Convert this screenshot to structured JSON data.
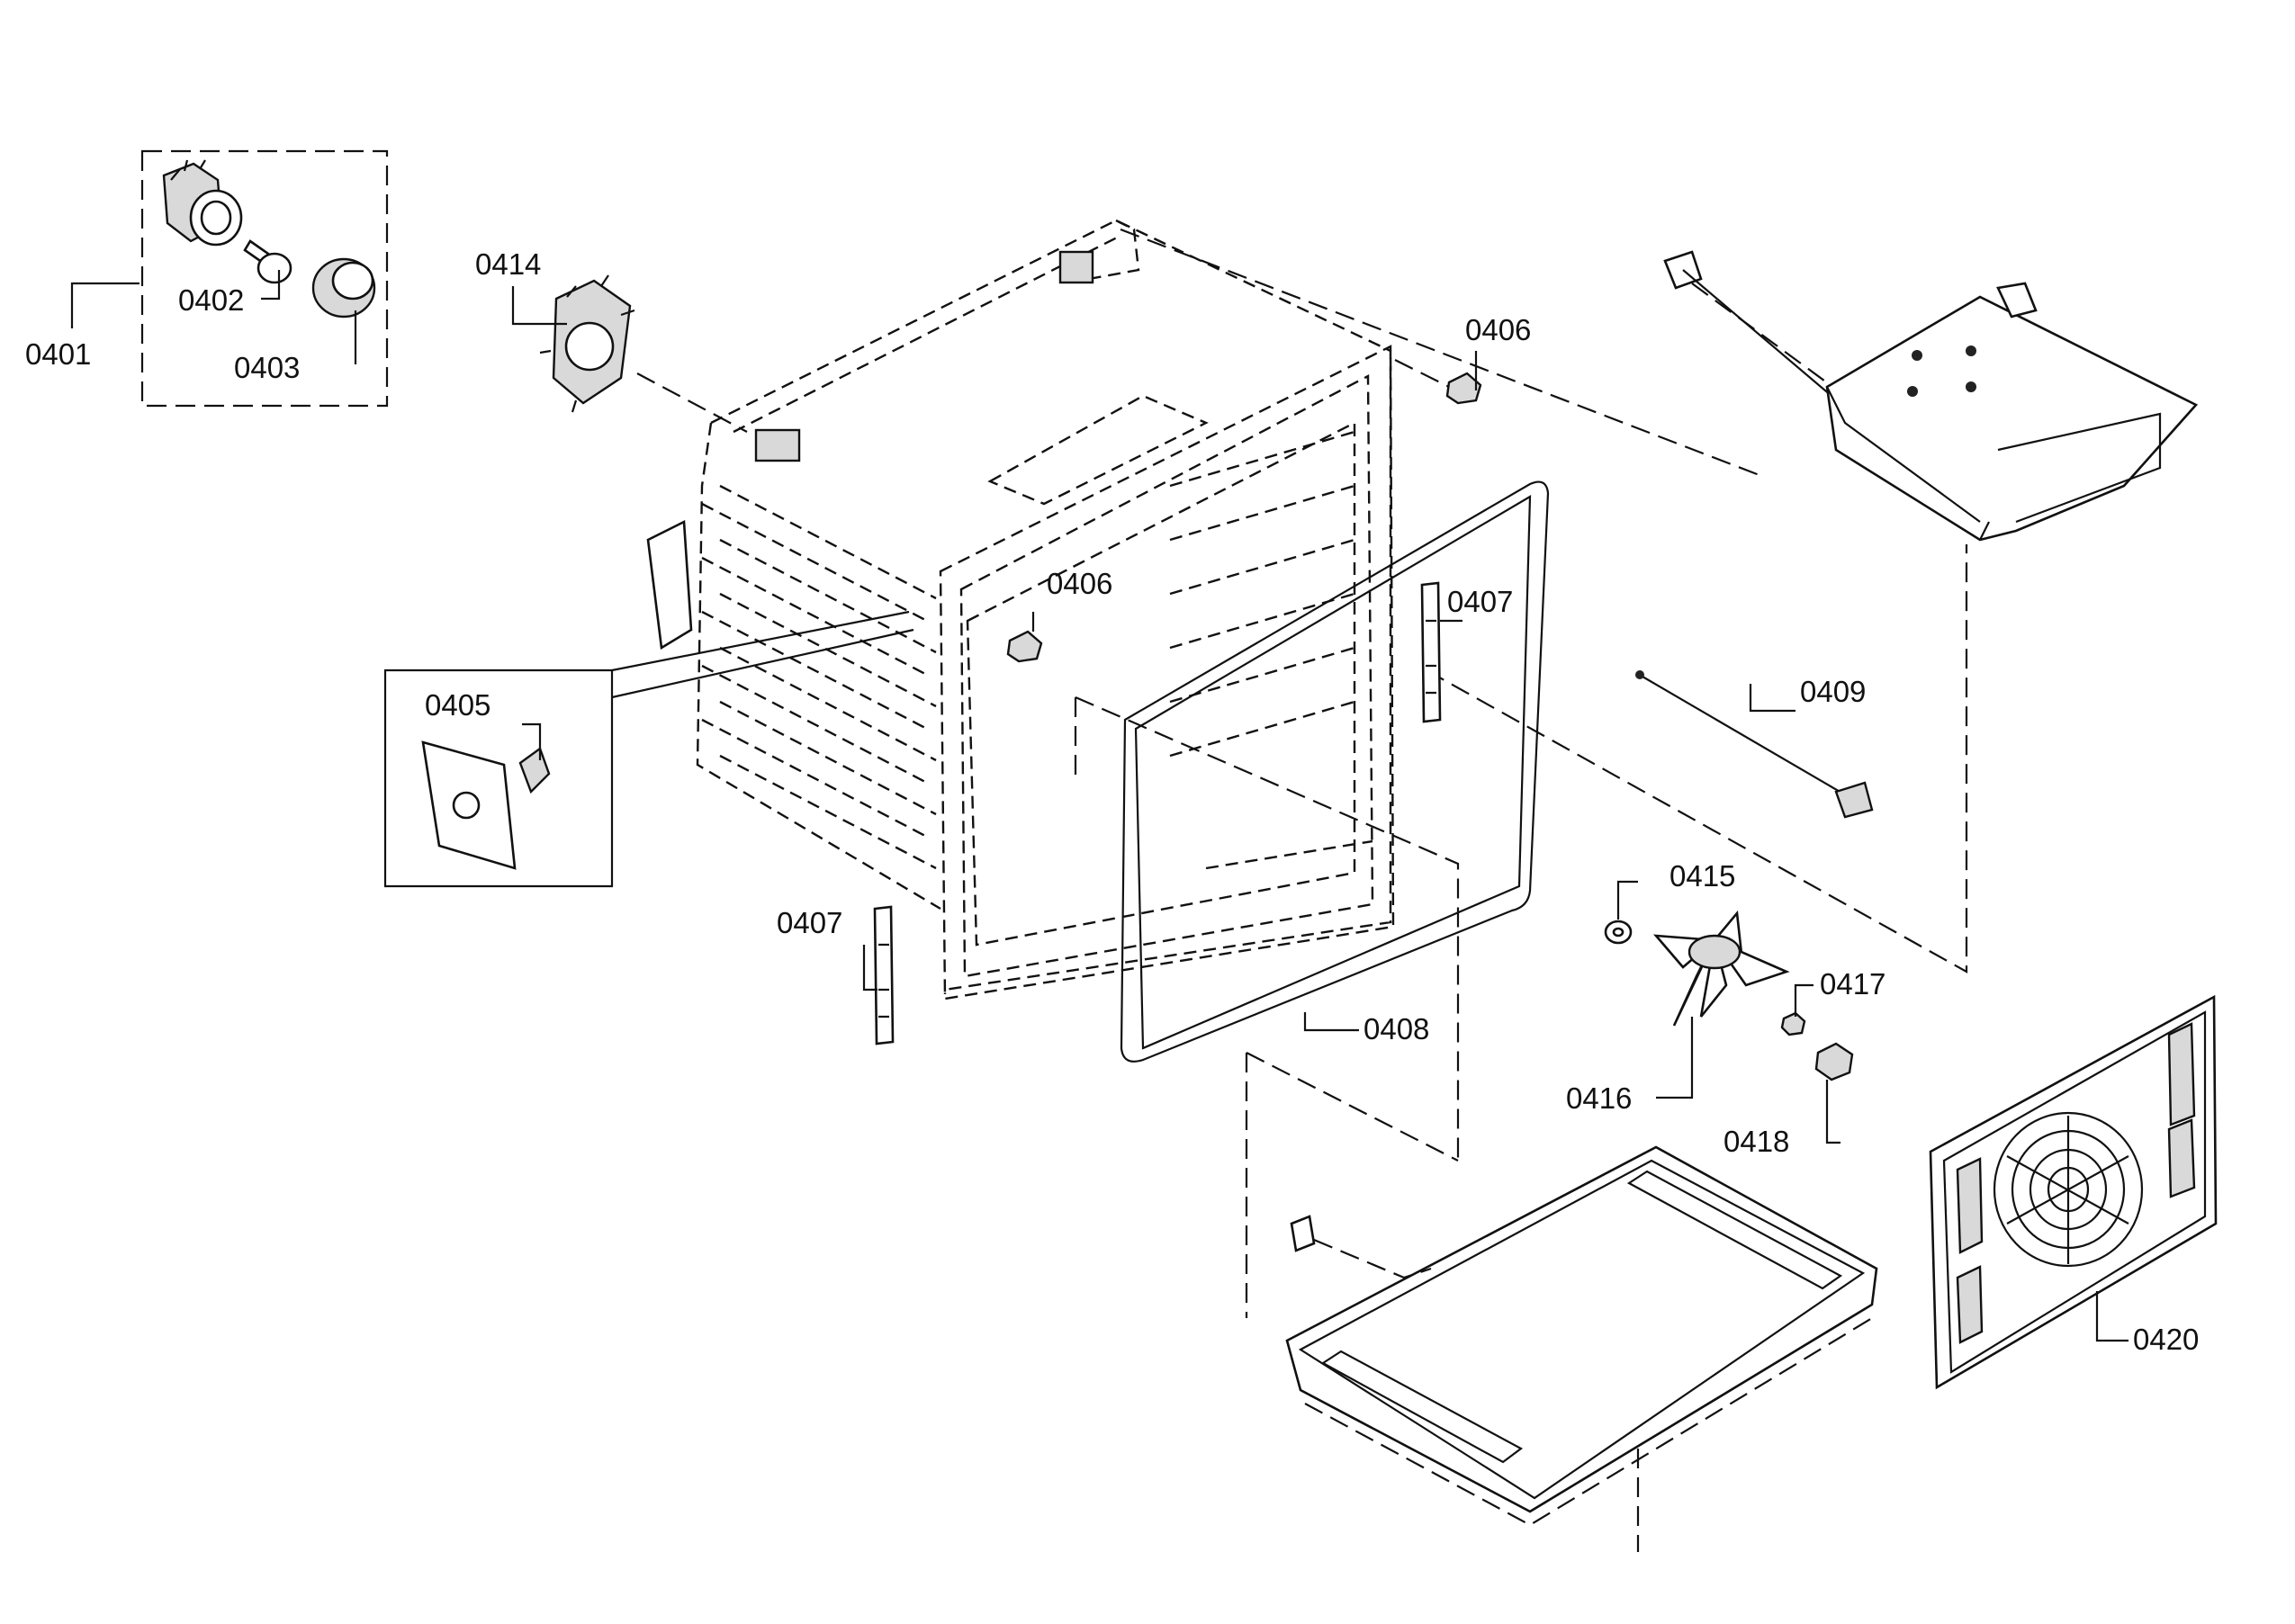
{
  "diagram": {
    "callouts": {
      "c0401": "0401",
      "c0402": "0402",
      "c0403": "0403",
      "c0414": "0414",
      "c0406a": "0406",
      "c0406b": "0406",
      "c0407a": "0407",
      "c0405": "0405",
      "c0409": "0409",
      "c0407b": "0407",
      "c0415": "0415",
      "c0417": "0417",
      "c0408": "0408",
      "c0416": "0416",
      "c0418": "0418",
      "c0420": "0420"
    },
    "colors": {
      "line": "#111111",
      "background": "#ffffff",
      "shade": "#d9d9d9"
    }
  }
}
